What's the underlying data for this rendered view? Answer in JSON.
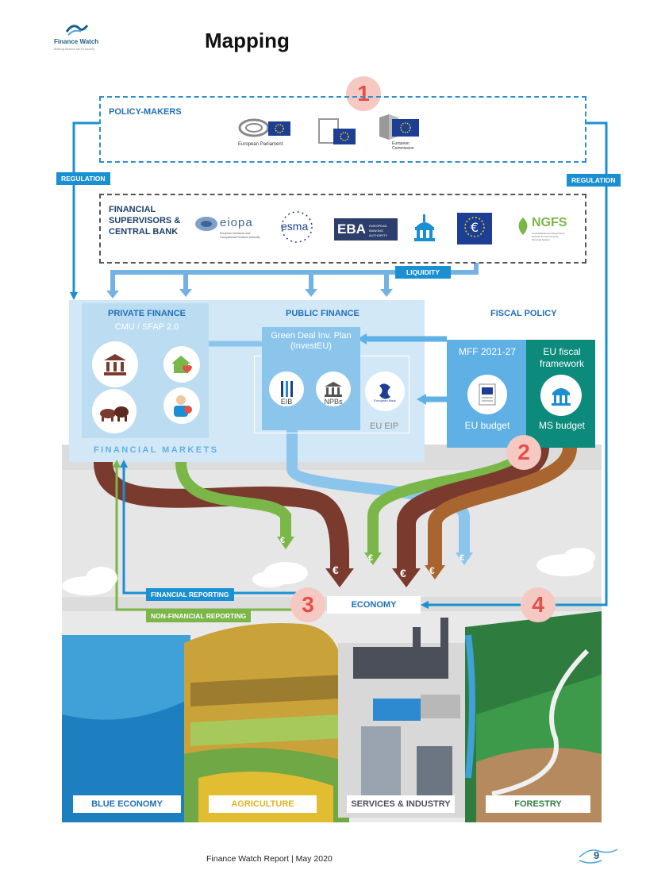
{
  "header": {
    "logo_text": "Finance Watch",
    "logo_tagline": "Making finance serve society",
    "title": "Mapping"
  },
  "markers": [
    "1",
    "2",
    "3",
    "4"
  ],
  "policy_makers": {
    "label": "POLICY-MAKERS",
    "logos": [
      "European Parliament",
      "European Commission"
    ]
  },
  "regulation_left": "REGULATION",
  "regulation_right": "REGULATION",
  "supervisors": {
    "label": "FINANCIAL SUPERVISORS & CENTRAL BANK",
    "logos": {
      "eiopa": "eiopa",
      "eiopa_sub": "European Insurance and Occupational Pensions Authority",
      "esma": "esma",
      "eba": "EBA",
      "eba_sub": "EUROPEAN BANKING AUTHORITY",
      "ngfs": "NGFS",
      "ngfs_sub": "Central Banks and Supervisors Network for Greening the Financial System"
    }
  },
  "liquidity": "LIQUIDITY",
  "private_finance": {
    "title": "PRIVATE FINANCE",
    "subtitle": "CMU / SFAP 2.0",
    "footer": "FINANCIAL MARKETS"
  },
  "public_finance": {
    "title": "PUBLIC FINANCE",
    "green_deal": "Green Deal Inv. Plan (InvestEU)",
    "eib": "EIB",
    "npbs": "NPBs",
    "eu_eip": "EU EIP",
    "euro_bank": "European Bank"
  },
  "fiscal_policy": {
    "title": "FISCAL POLICY",
    "mff": "MFF 2021-27",
    "eu_budget": "EU budget",
    "eu_fiscal": "EU fiscal framework",
    "ms_budget": "MS budget"
  },
  "flows": {
    "euro": "€"
  },
  "reporting": {
    "financial": "FINANCIAL REPORTING",
    "non_financial": "NON-FINANCIAL REPORTING"
  },
  "economy": "ECONOMY",
  "sectors": [
    "BLUE ECONOMY",
    "AGRICULTURE",
    "SERVICES & INDUSTRY",
    "FORESTRY"
  ],
  "colors": {
    "blue": "#1a8fd2",
    "light_blue": "#c9e2f5",
    "brown": "#7a3b2e",
    "green": "#7ab648",
    "orange_brown": "#a9652f",
    "teal": "#0c8a7c",
    "marker": "#e2504a"
  },
  "footer": {
    "text": "Finance Watch Report | May 2020",
    "page": "9"
  }
}
